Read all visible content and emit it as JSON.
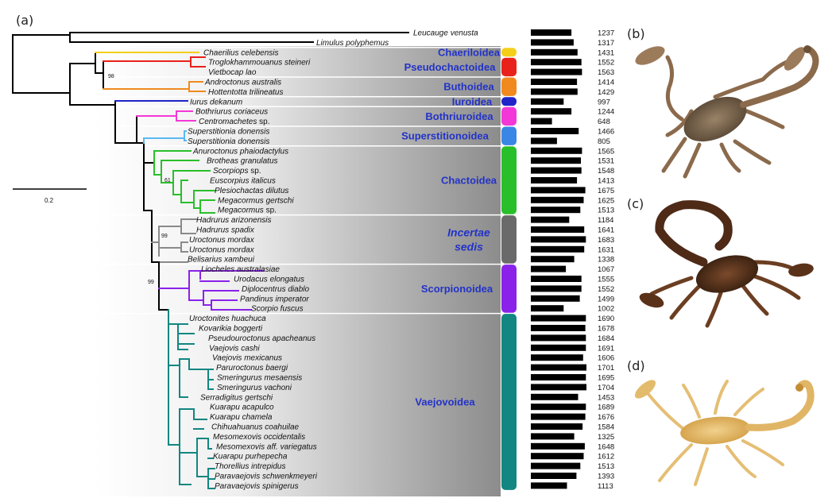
{
  "panels": {
    "a": "(a)",
    "b": "(b)",
    "c": "(c)",
    "d": "(d)"
  },
  "scale_bar": {
    "label": "0.2"
  },
  "bootstrap": [
    "98",
    "61",
    "99",
    "99"
  ],
  "clades": [
    {
      "name": "Chaeriloidea",
      "color": "#f4cf1a"
    },
    {
      "name": "Pseudochactoidea",
      "color": "#e8221b"
    },
    {
      "name": "Buthoidea",
      "color": "#f08a1e"
    },
    {
      "name": "Iuroidea",
      "color": "#1f24c8"
    },
    {
      "name": "Bothriuroidea",
      "color": "#f238d6"
    },
    {
      "name": "Superstitionoidea",
      "color": "#3a86e6"
    },
    {
      "name": "Chactoidea",
      "color": "#29bf2a"
    },
    {
      "name_lines": [
        "Incertae",
        "sedis"
      ],
      "color": "#6a6a6a"
    },
    {
      "name": "Scorpionoidea",
      "color": "#8a22ea"
    },
    {
      "name": "Vaejovoidea",
      "color": "#128681"
    }
  ],
  "taxa": [
    {
      "name": "Leucauge venusta",
      "length": "1237",
      "frac": 0.73
    },
    {
      "name": "Limulus polyphemus",
      "length": "1317",
      "frac": 0.77
    },
    {
      "name": "Chaerilius celebensis",
      "length": "1431",
      "frac": 0.84
    },
    {
      "name": "Troglokhammouanus steineri",
      "length": "1552",
      "frac": 0.91
    },
    {
      "name": "Vietbocap lao",
      "length": "1563",
      "frac": 0.92
    },
    {
      "name": "Androctonus australis",
      "length": "1414",
      "frac": 0.83
    },
    {
      "name": "Hottentotta trilineatus",
      "length": "1429",
      "frac": 0.84
    },
    {
      "name": "Iurus dekanum",
      "length": "997",
      "frac": 0.59
    },
    {
      "name": "Bothriurus coriaceus",
      "length": "1244",
      "frac": 0.73
    },
    {
      "name": "Centromachetes",
      "suffix": " sp.",
      "length": "648",
      "frac": 0.38
    },
    {
      "name": "Superstitionia donensis",
      "length": "1466",
      "frac": 0.86
    },
    {
      "name": "Superstitionia donensis",
      "length": "805",
      "frac": 0.47
    },
    {
      "name": "Anuroctonus phaiodactylus",
      "length": "1565",
      "frac": 0.92
    },
    {
      "name": "Brotheas granulatus",
      "length": "1531",
      "frac": 0.9
    },
    {
      "name": "Scorpiops",
      "suffix": " sp.",
      "length": "1548",
      "frac": 0.91
    },
    {
      "name": "Euscorpius italicus",
      "length": "1413",
      "frac": 0.83
    },
    {
      "name": "Plesiochactas dilutus",
      "length": "1675",
      "frac": 0.98
    },
    {
      "name": "Megacormus gertschi",
      "length": "1625",
      "frac": 0.95
    },
    {
      "name": "Megacormus",
      "suffix": " sp.",
      "length": "1513",
      "frac": 0.89
    },
    {
      "name": "Hadrurus arizonensis",
      "length": "1184",
      "frac": 0.69
    },
    {
      "name": "Hadrurus spadix",
      "length": "1641",
      "frac": 0.96
    },
    {
      "name": "Uroctonus mordax",
      "length": "1683",
      "frac": 0.99
    },
    {
      "name": "Uroctonus mordax",
      "length": "1631",
      "frac": 0.96
    },
    {
      "name": "Belisarius xambeui",
      "length": "1338",
      "frac": 0.78
    },
    {
      "name": "Liocheles australasiae",
      "length": "1067",
      "frac": 0.63
    },
    {
      "name": "Urodacus elongatus",
      "length": "1555",
      "frac": 0.91
    },
    {
      "name": "Diplocentrus diablo",
      "length": "1552",
      "frac": 0.91
    },
    {
      "name": "Pandinus imperator",
      "length": "1499",
      "frac": 0.88
    },
    {
      "name": "Scorpio fuscus",
      "length": "1002",
      "frac": 0.59
    },
    {
      "name": "Uroctonites huachuca",
      "length": "1690",
      "frac": 0.99
    },
    {
      "name": "Kovarikia boggerti",
      "length": "1678",
      "frac": 0.98
    },
    {
      "name": "Pseudouroctonus apacheanus",
      "length": "1684",
      "frac": 0.99
    },
    {
      "name": "Vaejovis cashi",
      "length": "1691",
      "frac": 0.99
    },
    {
      "name": "Vaejovis mexicanus",
      "length": "1606",
      "frac": 0.94
    },
    {
      "name": "Paruroctonus baergi",
      "length": "1701",
      "frac": 1.0
    },
    {
      "name": "Smeringurus mesaensis",
      "length": "1695",
      "frac": 0.99
    },
    {
      "name": "Smeringurus vachoni",
      "length": "1704",
      "frac": 1.0
    },
    {
      "name": "Serradigitus gertschi",
      "length": "1453",
      "frac": 0.85
    },
    {
      "name": "Kuarapu acapulco",
      "length": "1689",
      "frac": 0.99
    },
    {
      "name": "Kuarapu chamela",
      "length": "1676",
      "frac": 0.98
    },
    {
      "name": "Chihuahuanus coahuilae",
      "length": "1584",
      "frac": 0.93
    },
    {
      "name": "Mesomexovis occidentalis",
      "length": "1325",
      "frac": 0.78
    },
    {
      "name": "Mesomexovis aff. variegatus",
      "length": "1648",
      "frac": 0.97
    },
    {
      "name": "Kuarapu purhepecha",
      "length": "1612",
      "frac": 0.95
    },
    {
      "name": "Thorellius intrepidus",
      "length": "1513",
      "frac": 0.89
    },
    {
      "name": "Paravaejovis schwenkmeyeri",
      "length": "1393",
      "frac": 0.82
    },
    {
      "name": "Paravaejovis spinigerus",
      "length": "1113",
      "frac": 0.65
    }
  ]
}
